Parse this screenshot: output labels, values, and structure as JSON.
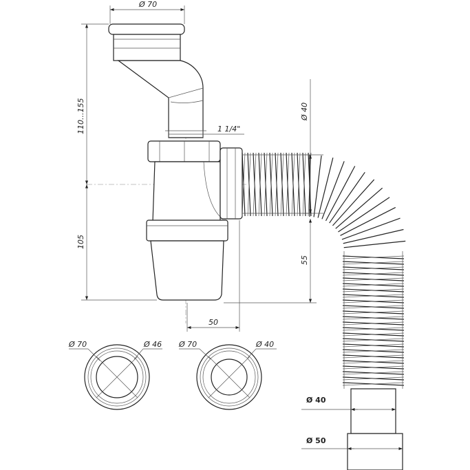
{
  "drawing": {
    "dimensions": {
      "top_diameter": "Ø 70",
      "height_adjustable": "110...155",
      "height_lower": "105",
      "thread": "1 1/4\"",
      "hose_diameter": "Ø 40",
      "outlet_height": "55",
      "outlet_offset": "50",
      "end_inner": "Ø 40",
      "end_outer": "Ø 50"
    },
    "rings": [
      {
        "outer": "Ø 70",
        "inner": "Ø 46"
      },
      {
        "outer": "Ø 70",
        "inner": "Ø 40"
      }
    ]
  }
}
